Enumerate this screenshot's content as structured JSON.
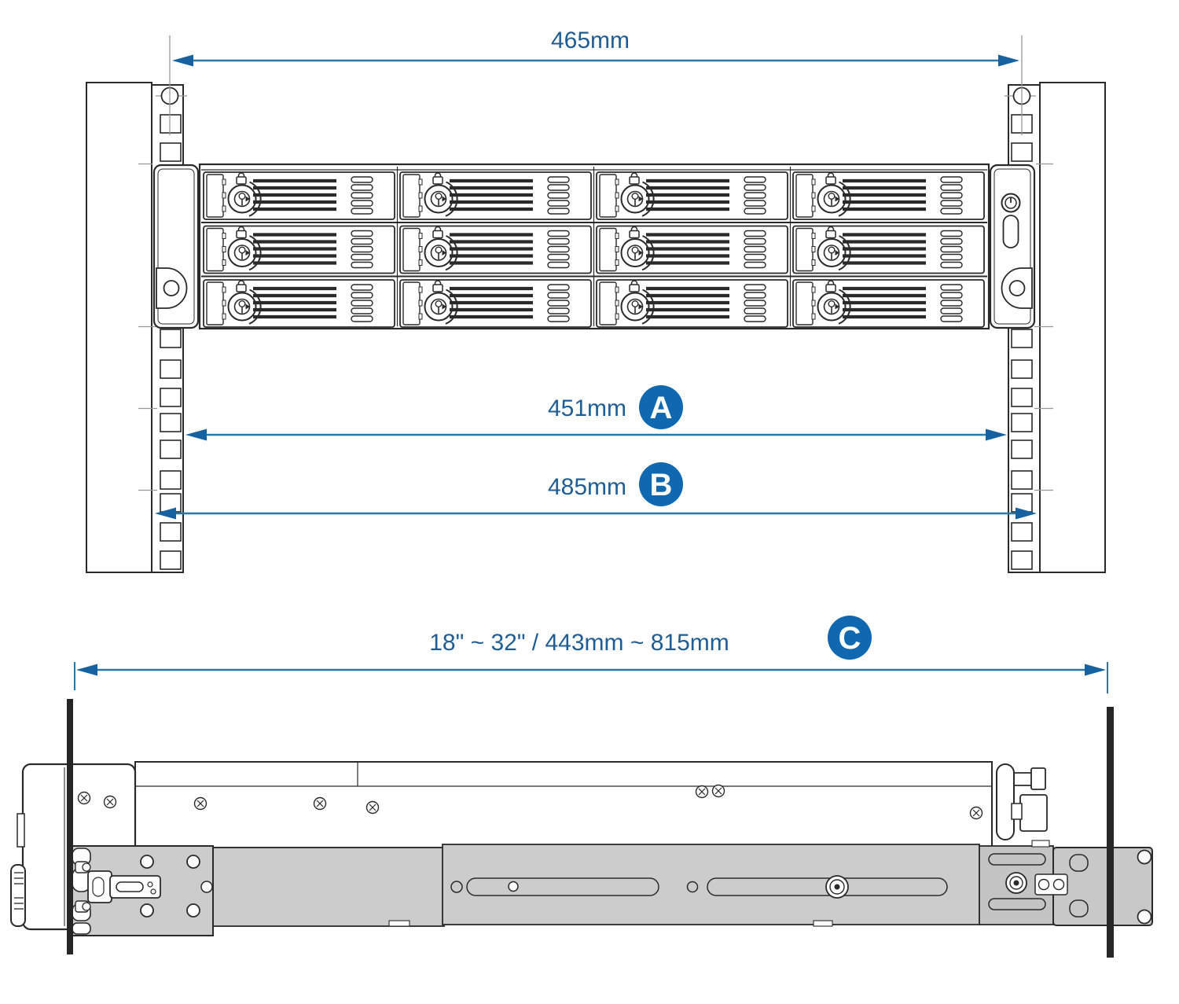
{
  "front_view": {
    "dim_top": {
      "label": "465mm"
    },
    "dim_a": {
      "label": "451mm",
      "badge": "A"
    },
    "dim_b": {
      "label": "485mm",
      "badge": "B"
    }
  },
  "side_view": {
    "dim_c": {
      "label": "18\" ~ 32\" / 443mm ~ 815mm",
      "badge": "C"
    }
  },
  "colors": {
    "dimension_line": "#2878a8",
    "dimension_arrow": "#16619f",
    "dimension_text": "#1f5d94",
    "badge_fill": "#1068b1",
    "badge_text": "#ffffff",
    "drawing_stroke": "#2a2a2a",
    "rail_fill": "#cccccc",
    "rack_post_fill": "#262626"
  }
}
